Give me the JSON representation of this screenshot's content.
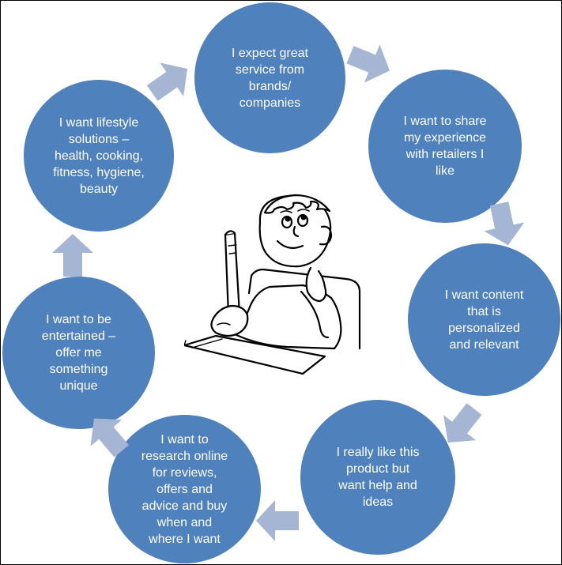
{
  "diagram": {
    "node_color": "#4f81bd",
    "arrow_color": "#a5b6d5",
    "nodes": [
      {
        "text": "I expect great\nservice from\nbrands/\ncompanies"
      },
      {
        "text": "I want to share\nmy experience\nwith retailers I\nlike"
      },
      {
        "text": "I want content\nthat is\npersonalized\nand relevant"
      },
      {
        "text": "I really like this\nproduct but\nwant help and\nideas"
      },
      {
        "text": "I want to\nresearch online\nfor reviews,\noffers and\nadvice and buy\nwhen and\nwhere I want"
      },
      {
        "text": "I want to be\nentertained –\noffer me\nsomething\nunique"
      },
      {
        "text": "I want lifestyle\nsolutions –\nhealth, cooking,\nfitness, hygiene,\nbeauty"
      }
    ],
    "center_image": "thinking-person-with-pencil"
  }
}
